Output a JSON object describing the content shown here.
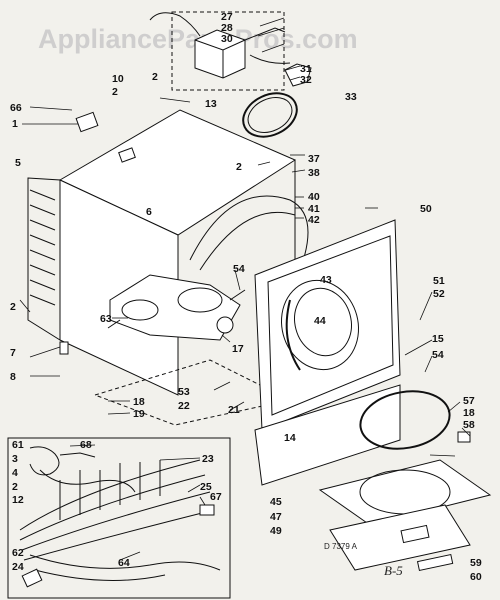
{
  "watermark": "AppliancePartsPros.com",
  "diagram_code": "D 7379 A",
  "page_mark": "B-5",
  "part_labels": [
    "1",
    "2",
    "3",
    "4",
    "5",
    "6",
    "7",
    "8",
    "10",
    "12",
    "13",
    "14",
    "15",
    "17",
    "18",
    "19",
    "21",
    "22",
    "23",
    "24",
    "25",
    "27",
    "28",
    "30",
    "31",
    "32",
    "33",
    "37",
    "38",
    "40",
    "41",
    "42",
    "43",
    "44",
    "45",
    "47",
    "49",
    "50",
    "51",
    "52",
    "53",
    "54",
    "57",
    "58",
    "59",
    "60",
    "61",
    "62",
    "63",
    "64",
    "66",
    "67",
    "68"
  ]
}
